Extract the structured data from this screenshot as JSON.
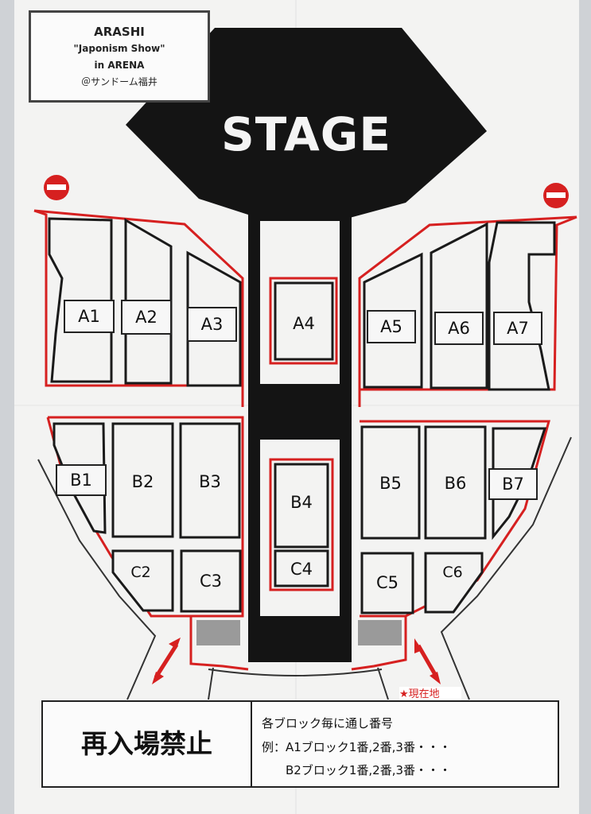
{
  "event": {
    "artist": "ARASHI",
    "tour": "\"Japonism Show\"",
    "venue_type": "in ARENA",
    "venue": "＠サンドーム福井"
  },
  "stage_label": "STAGE",
  "blocks": {
    "A1": "A1",
    "A2": "A2",
    "A3": "A3",
    "A4": "A4",
    "A5": "A5",
    "A6": "A6",
    "A7": "A7",
    "B1": "B1",
    "B2": "B2",
    "B3": "B3",
    "B4": "B4",
    "B5": "B5",
    "B6": "B6",
    "B7": "B7",
    "C2": "C2",
    "C3": "C3",
    "C4": "C4",
    "C5": "C5",
    "C6": "C6"
  },
  "notice": {
    "no_reentry": "再入場禁止",
    "numbering_line1": "各ブロック毎に通し番号",
    "numbering_line2": "例：A1ブロック1番,2番,3番・・・",
    "numbering_line3": "B2ブロック1番,2番,3番・・・"
  },
  "current_location": "★現在地",
  "icons": [
    "no-entry-icon",
    "exit-arrow-icon"
  ],
  "colors": {
    "route_line": "#d62020",
    "stage": "#141414"
  }
}
